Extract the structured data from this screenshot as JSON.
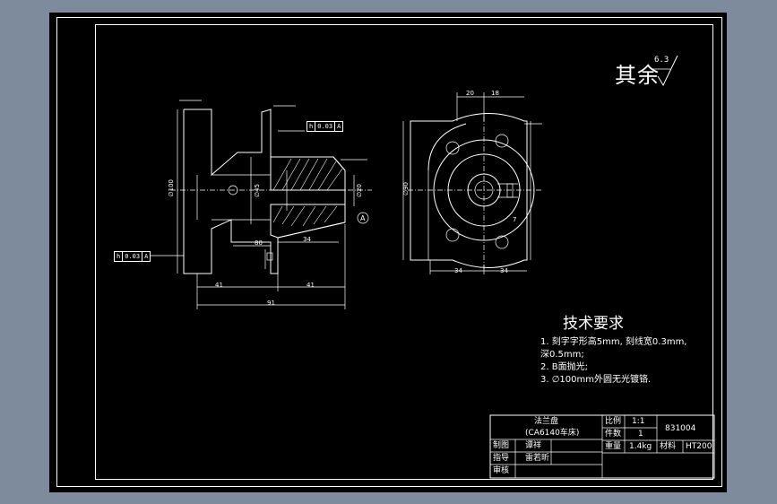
{
  "roughness": {
    "label": "其余",
    "value": "6.3"
  },
  "tech_requirements": {
    "title": "技术要求",
    "lines": [
      "1. 刻字字形高5mm, 刻线宽0.3mm,",
      "深0.5mm;",
      "2. B面抛光;",
      "3. ∅100mm外圆无光镀铬."
    ]
  },
  "title_block": {
    "part_name": "法兰盘",
    "part_sub": "(CA6140车床)",
    "scale_label": "比例",
    "scale_value": "1:1",
    "drawing_no": "831004",
    "qty_label": "件数",
    "qty_value": "1",
    "weight_label": "重量",
    "weight_value": "1.4kg",
    "material_label": "材料",
    "material_value": "HT200",
    "drawn_label": "制图",
    "drawn_value": "谭祥",
    "guide_label": "指导",
    "guide_value": "雷若昕",
    "review_label": "审核"
  },
  "tolerances": {
    "perp": {
      "symbol": "h",
      "value": "0.03",
      "datum": "A"
    },
    "runout": {
      "symbol": "h",
      "value": "0.03",
      "datum": "A"
    }
  },
  "dimensions": {
    "d41a": "41",
    "d41b": "41",
    "d91": "91",
    "d80": "80",
    "d34": "34",
    "top20": "20",
    "top18": "18",
    "b34a": "34",
    "b34b": "34",
    "d100": "∅100",
    "d90": "∅90",
    "d45": "∅45",
    "d20": "∅20",
    "d7": "7"
  },
  "datum_mark": "A"
}
